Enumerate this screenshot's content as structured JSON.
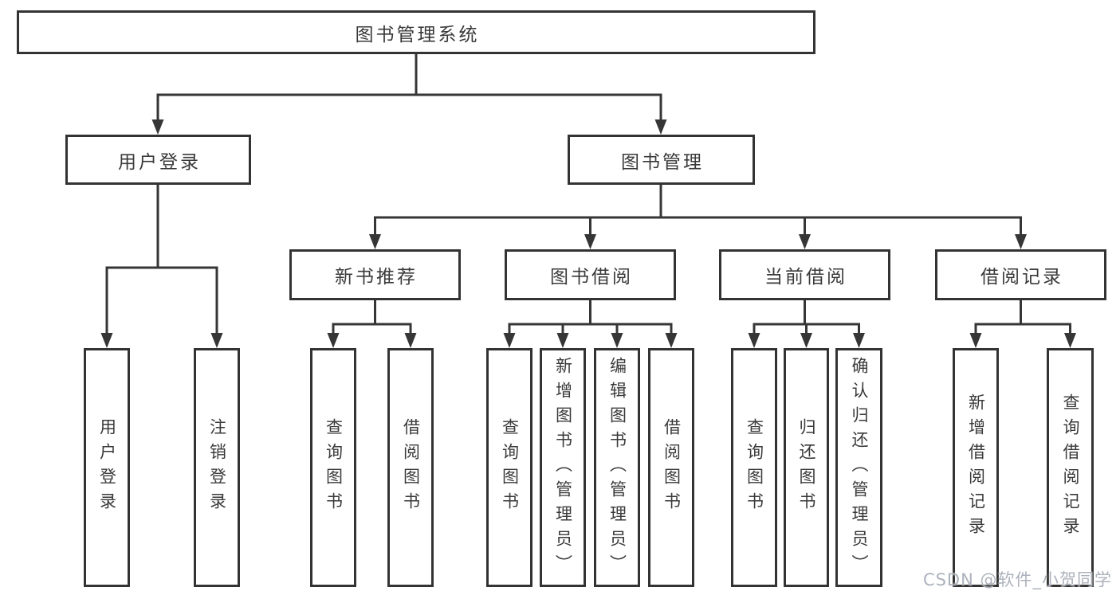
{
  "title": "图书管理系统",
  "modules": [
    {
      "label": "用户登录",
      "children": [
        {
          "label": "用户登录"
        },
        {
          "label": "注销登录"
        }
      ]
    },
    {
      "label": "图书管理",
      "sections": [
        {
          "label": "新书推荐",
          "children": [
            {
              "label": "查询图书"
            },
            {
              "label": "借阅图书"
            }
          ]
        },
        {
          "label": "图书借阅",
          "children": [
            {
              "label": "查询图书"
            },
            {
              "label": "新增图书（管理员）"
            },
            {
              "label": "编辑图书（管理员）"
            },
            {
              "label": "借阅图书"
            }
          ]
        },
        {
          "label": "当前借阅",
          "children": [
            {
              "label": "查询图书"
            },
            {
              "label": "归还图书"
            },
            {
              "label": "确认归还（管理员）"
            }
          ]
        },
        {
          "label": "借阅记录",
          "children": [
            {
              "label": "新增借阅记录"
            },
            {
              "label": "查询借阅记录"
            }
          ]
        }
      ]
    }
  ],
  "watermark": {
    "text": "CSDN @软件_小贺同学"
  },
  "colors": {
    "line": "#363636",
    "border": "#333333",
    "text": "#3a3a3a",
    "watermark": "#a8aeb8",
    "background": "#ffffff"
  }
}
